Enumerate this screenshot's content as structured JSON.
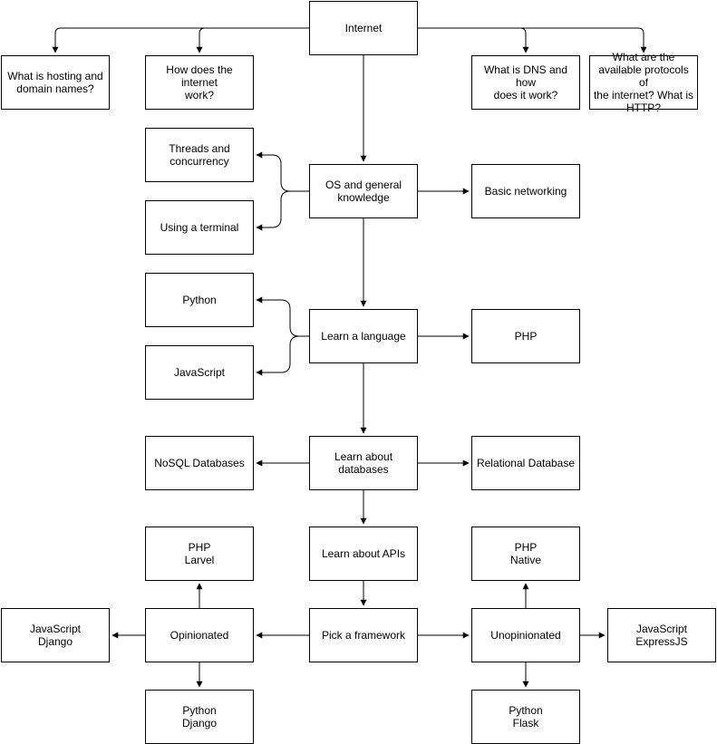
{
  "nodes": {
    "internet": "Internet",
    "hosting": "What is hosting and\ndomain names?",
    "how_internet": "How does the internet\nwork?",
    "dns": "What is DNS and how\ndoes it work?",
    "protocols": "What are the\navailable protocols of\nthe internet? What is\nHTTP?",
    "threads": "Threads and\nconcurrency",
    "terminal": "Using a terminal",
    "os": "OS and general\nknowledge",
    "networking": "Basic networking",
    "python": "Python",
    "javascript": "JavaScript",
    "language": "Learn a language",
    "php": "PHP",
    "nosql": "NoSQL Databases",
    "databases": "Learn about\ndatabases",
    "relational": "Relational Database",
    "php_larvel": "PHP\nLarvel",
    "apis": "Learn about APIs",
    "php_native": "PHP\nNative",
    "js_django": "JavaScript\nDjango",
    "opinionated": "Opinionated",
    "framework": "Pick a framework",
    "unopinionated": "Unopinionated",
    "js_express": "JavaScript\nExpressJS",
    "python_django": "Python\nDjango",
    "python_flask": "Python\nFlask"
  },
  "colors": {
    "stroke": "#000000",
    "fill": "#ffffff",
    "text": "#000000"
  }
}
